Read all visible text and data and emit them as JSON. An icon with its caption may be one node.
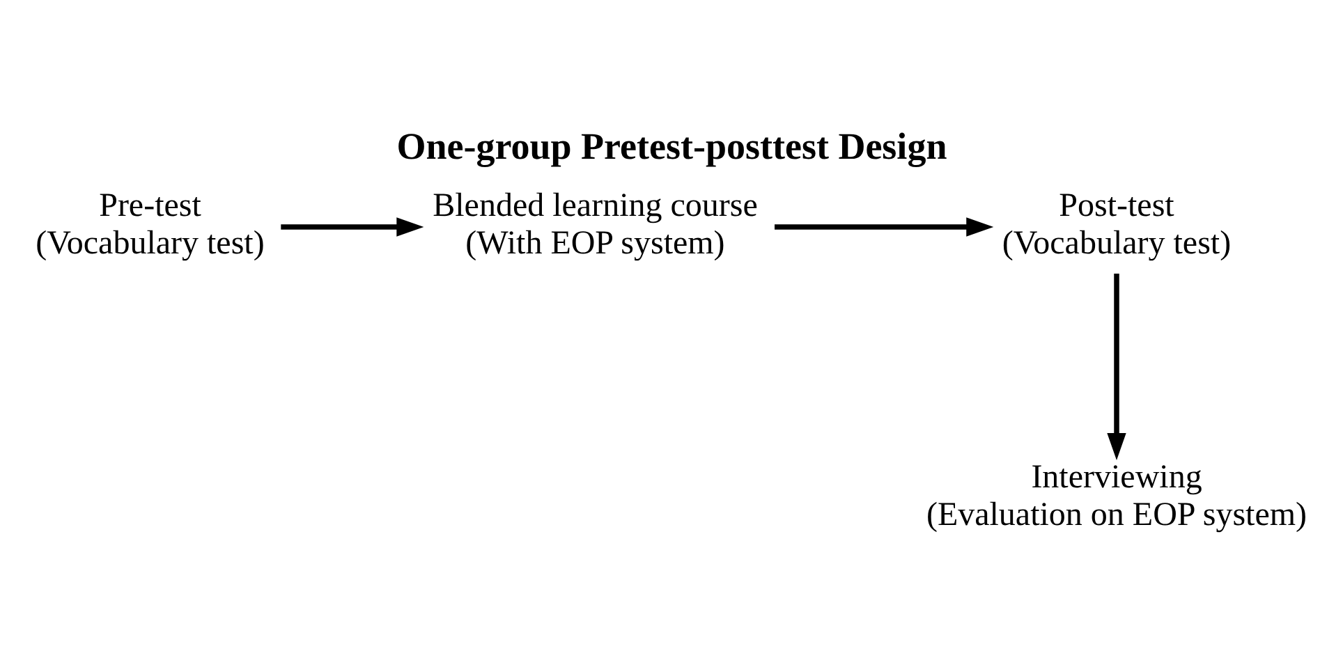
{
  "diagram": {
    "title": "One-group Pretest-posttest Design",
    "nodes": [
      {
        "text": [
          "Pre-test",
          "(Vocabulary test)"
        ]
      },
      {
        "text": [
          "Blended learning course",
          "(With EOP system)"
        ]
      },
      {
        "text": [
          "Post-test",
          "(Vocabulary test)"
        ]
      },
      {
        "text": [
          "Interviewing",
          "(Evaluation on EOP system)"
        ]
      }
    ],
    "edges": [
      {
        "from": 0,
        "to": 1,
        "arrow": "to"
      },
      {
        "from": 1,
        "to": 2,
        "arrow": "to"
      },
      {
        "from": 2,
        "to": 3,
        "arrow": "to"
      }
    ]
  }
}
